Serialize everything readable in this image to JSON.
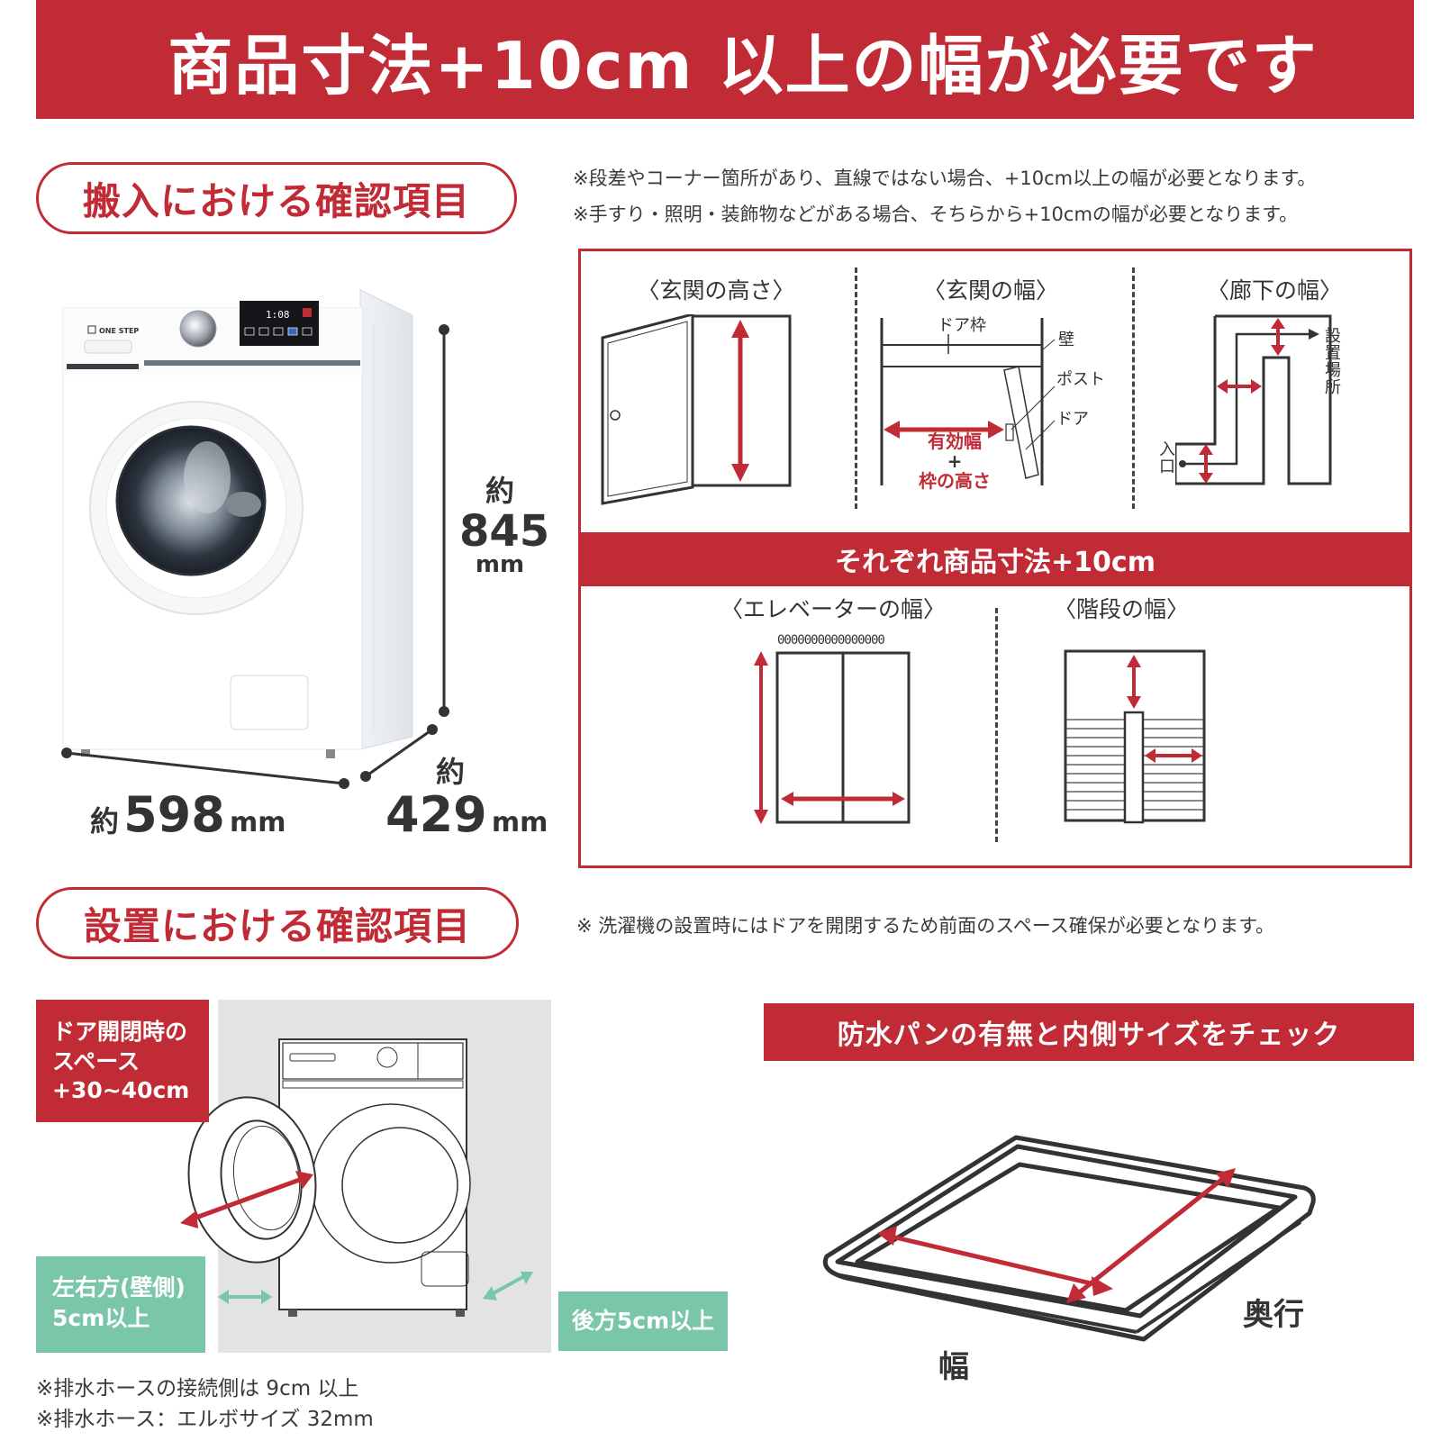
{
  "colors": {
    "brand_red": "#c12b36",
    "accent_green": "#79c6a9",
    "panel_gray": "#e3e3e3",
    "text_dark": "#333333"
  },
  "banner": {
    "title": "商品寸法+10cm 以上の幅が必要です"
  },
  "delivery_section": {
    "heading": "搬入における確認項目",
    "notes": [
      "※段差やコーナー箇所があり、直線ではない場合、+10cm以上の幅が必要となります。",
      "※手すり・照明・装飾物などがある場合、そちらから+10cmの幅が必要となります。"
    ],
    "product": {
      "brand": "ONE STEP",
      "display_reading": "1:08",
      "height": {
        "prefix": "約",
        "value": "845",
        "unit": "mm"
      },
      "width": {
        "prefix": "約",
        "value": "598",
        "unit": "mm"
      },
      "depth": {
        "prefix": "約",
        "value": "429",
        "unit": "mm"
      }
    },
    "checklist": {
      "items_top": [
        {
          "title": "〈玄関の高さ〉"
        },
        {
          "title": "〈玄関の幅〉",
          "labels": {
            "door_frame": "ドア枠",
            "wall": "壁",
            "post": "ポスト",
            "door": "ドア",
            "effective_width": "有効幅",
            "plus": "+",
            "frame_height": "枠の高さ"
          }
        },
        {
          "title": "〈廊下の幅〉",
          "labels": {
            "install_location": "設置場所",
            "entrance": "入口"
          }
        }
      ],
      "middle_bar": "それぞれ商品寸法+10cm",
      "items_bottom": [
        {
          "title": "〈エレベーターの幅〉",
          "indicator_lights": "0000000000000000"
        },
        {
          "title": "〈階段の幅〉"
        }
      ]
    }
  },
  "install_section": {
    "heading": "設置における確認項目",
    "note": "※ 洗濯機の設置時にはドアを開閉するため前面のスペース確保が必要となります。",
    "door_space": {
      "line1": "ドア開閉時の",
      "line2": "スペース",
      "line3": "+30~40cm"
    },
    "side_space": {
      "line1": "左右方(壁側)",
      "line2": "5cm以上"
    },
    "rear_space": "後方5cm以上",
    "footnotes": [
      "※排水ホースの接続側は 9cm 以上",
      "※排水ホース：エルボサイズ 32mm"
    ],
    "pan": {
      "heading": "防水パンの有無と内側サイズをチェック",
      "width_label": "幅",
      "depth_label": "奥行"
    }
  }
}
